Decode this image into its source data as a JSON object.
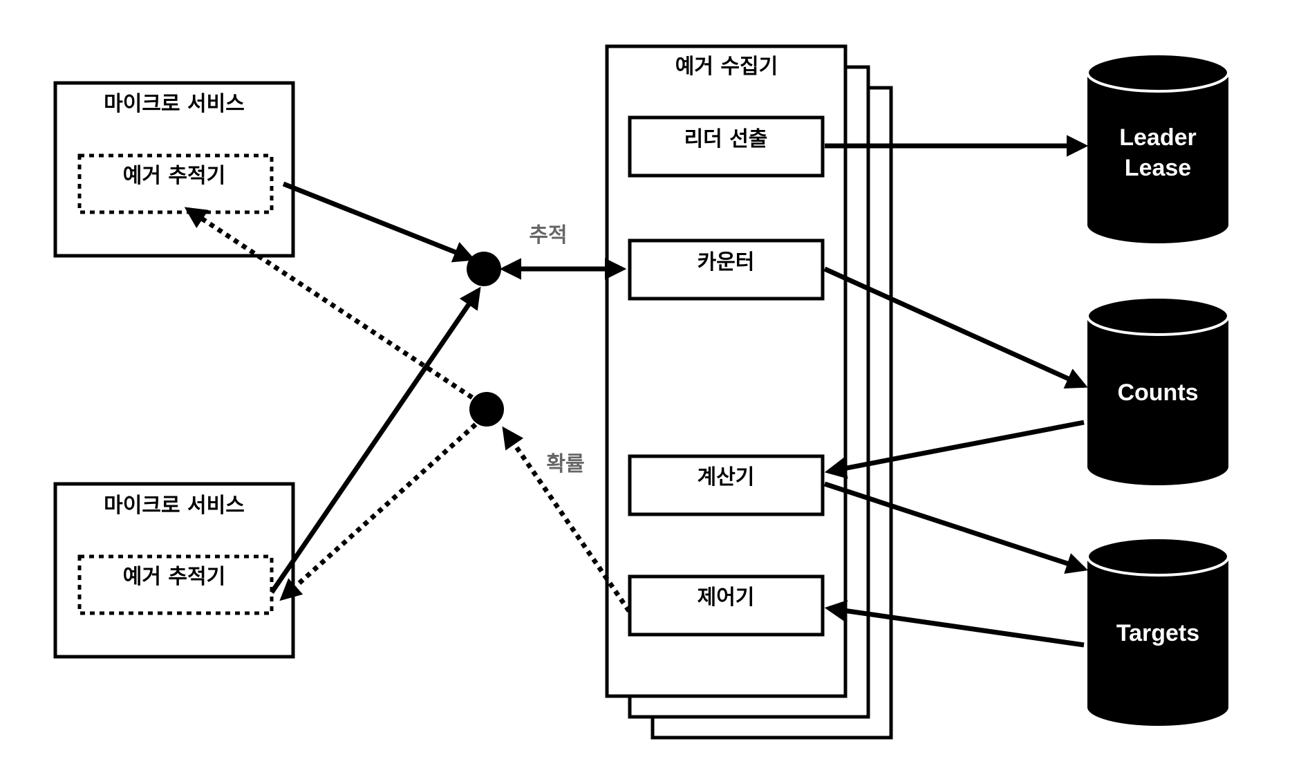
{
  "microservices": [
    {
      "title": "마이크로 서비스",
      "tracer": "예거 추적기"
    },
    {
      "title": "마이크로 서비스",
      "tracer": "예거 추적기"
    }
  ],
  "collector": {
    "title": "예거 수집기",
    "components": [
      "리더 선출",
      "카운터",
      "계산기",
      "제어기"
    ]
  },
  "edge_labels": {
    "tracking": "추적",
    "probability": "확률"
  },
  "stores": [
    {
      "line1": "Leader",
      "line2": "Lease"
    },
    {
      "line1": "Counts",
      "line2": ""
    },
    {
      "line1": "Targets",
      "line2": ""
    }
  ],
  "colors": {
    "stroke": "#000000",
    "muted_label": "#666666",
    "store_fill": "#000000",
    "store_text": "#ffffff"
  }
}
